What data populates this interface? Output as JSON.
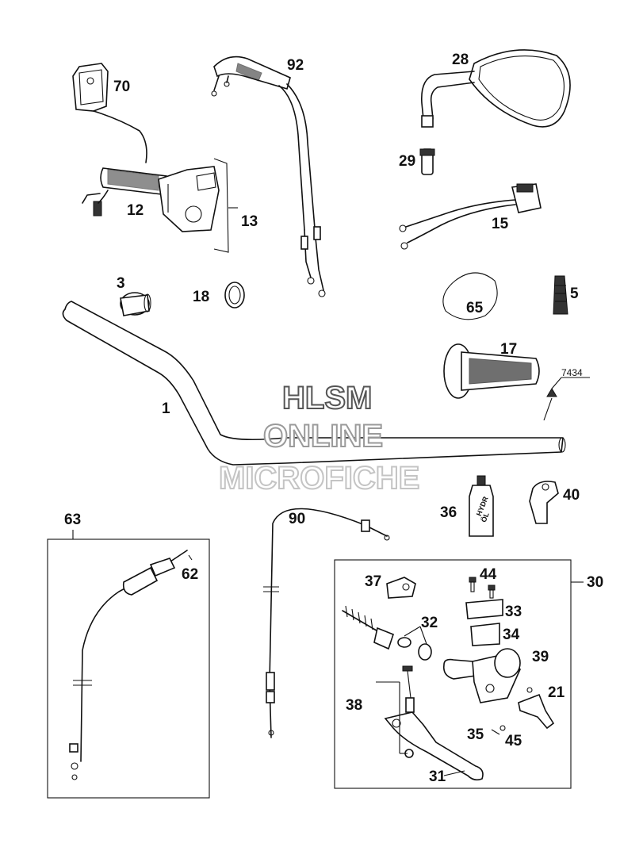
{
  "callouts": [
    {
      "id": "c70",
      "label": "70"
    },
    {
      "id": "c92",
      "label": "92"
    },
    {
      "id": "c28",
      "label": "28"
    },
    {
      "id": "c29",
      "label": "29"
    },
    {
      "id": "c12",
      "label": "12"
    },
    {
      "id": "c13",
      "label": "13"
    },
    {
      "id": "c15",
      "label": "15"
    },
    {
      "id": "c3",
      "label": "3"
    },
    {
      "id": "c18",
      "label": "18"
    },
    {
      "id": "c5",
      "label": "5"
    },
    {
      "id": "c65",
      "label": "65"
    },
    {
      "id": "c17",
      "label": "17"
    },
    {
      "id": "c7434",
      "label": "7434"
    },
    {
      "id": "c1",
      "label": "1"
    },
    {
      "id": "c63",
      "label": "63"
    },
    {
      "id": "c90",
      "label": "90"
    },
    {
      "id": "c36",
      "label": "36"
    },
    {
      "id": "c40",
      "label": "40"
    },
    {
      "id": "c62",
      "label": "62"
    },
    {
      "id": "c37",
      "label": "37"
    },
    {
      "id": "c44",
      "label": "44"
    },
    {
      "id": "c30",
      "label": "30"
    },
    {
      "id": "c32",
      "label": "32"
    },
    {
      "id": "c33",
      "label": "33"
    },
    {
      "id": "c34",
      "label": "34"
    },
    {
      "id": "c39",
      "label": "39"
    },
    {
      "id": "c38",
      "label": "38"
    },
    {
      "id": "c21",
      "label": "21"
    },
    {
      "id": "c35",
      "label": "35"
    },
    {
      "id": "c45",
      "label": "45"
    },
    {
      "id": "c31",
      "label": "31"
    }
  ],
  "bottle_label": {
    "line1": "HYDR",
    "line2": "ÖL"
  },
  "watermark": {
    "line1": "HLSM",
    "line2": "ONLINE",
    "line3": "MICROFICHE"
  }
}
